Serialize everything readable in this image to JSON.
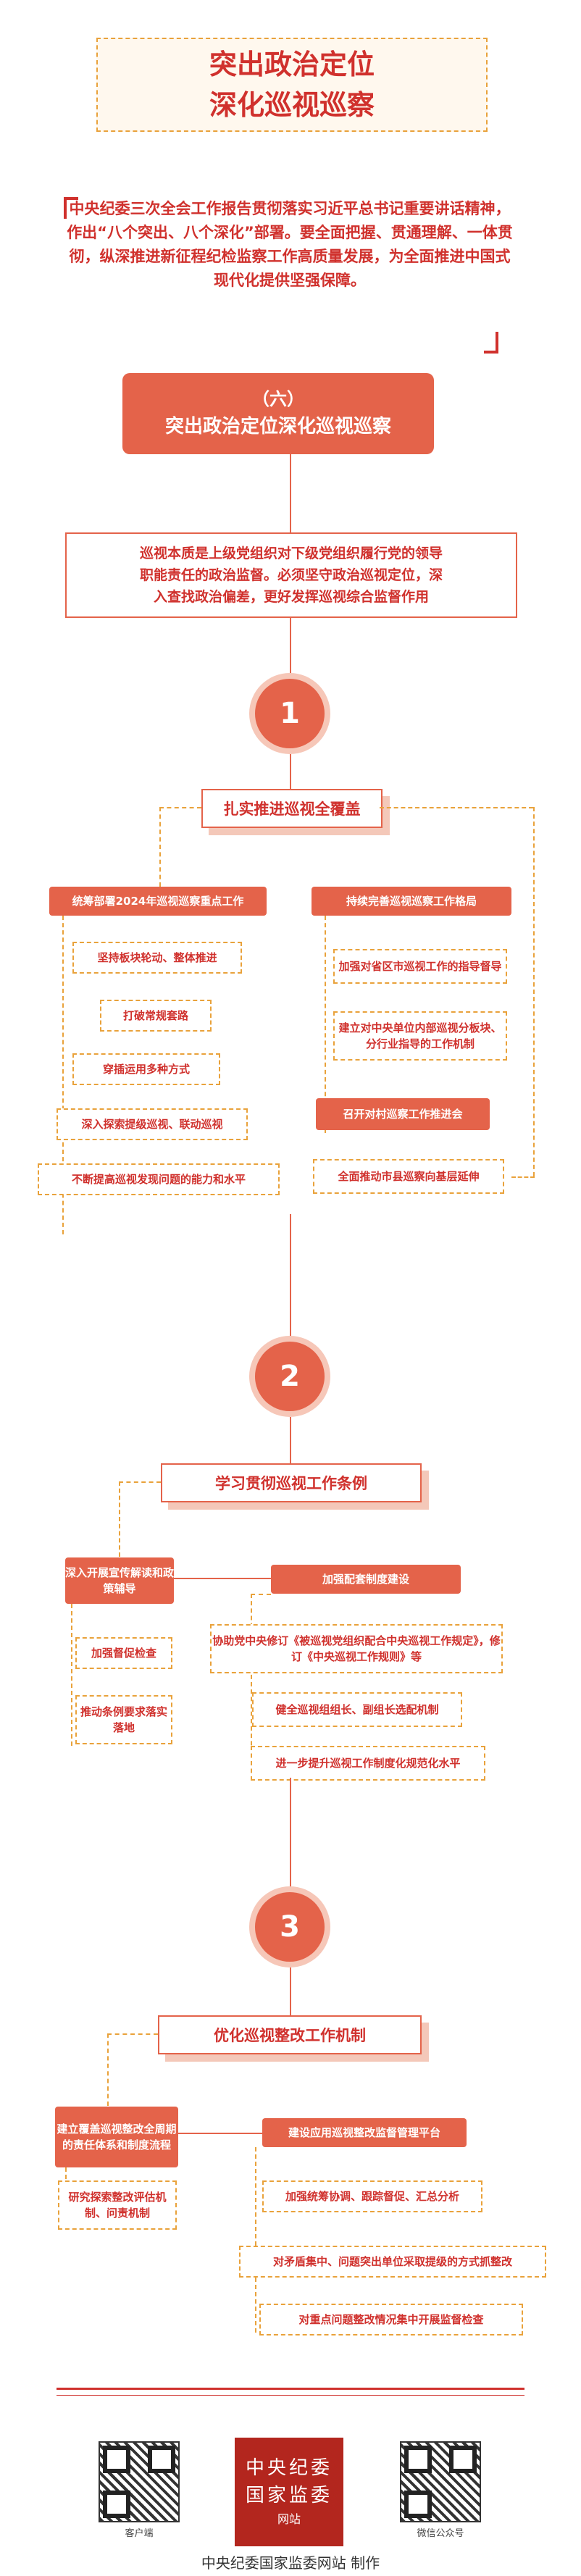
{
  "header": {
    "title_line1": "突出政治定位",
    "title_line2": "深化巡视巡察"
  },
  "intro": {
    "text": "中央纪委三次全会工作报告贯彻落实习近平总书记重要讲话精神，作出“八个突出、八个深化”部署。要全面把握、贯通理解、一体贯彻，纵深推进新征程纪检监察工作高质量发展，为全面推进中国式现代化提供坚强保障。"
  },
  "section": {
    "number": "（六）",
    "title": "突出政治定位深化巡视巡察"
  },
  "definition": {
    "line1": "巡视本质是上级党组织对下级党组织履行党的领导",
    "line2": "职能责任的政治监督。必须坚守政治巡视定位，深",
    "line3": "入查找政治偏差，更好发挥巡视综合监督作用"
  },
  "part1": {
    "number": "1",
    "heading": "扎实推进巡视全覆盖",
    "left_header": "统筹部署2024年巡视巡察重点工作",
    "left_items": [
      "坚持板块轮动、整体推进",
      "打破常规套路",
      "穿插运用多种方式",
      "深入探索提级巡视、联动巡视",
      "不断提高巡视发现问题的能力和水平"
    ],
    "right_header": "持续完善巡视巡察工作格局",
    "right_items": [
      "加强对省区市巡视工作的指导督导",
      "建立对中央单位内部巡视分板块、分行业指导的工作机制"
    ],
    "right_header2": "召开对村巡察工作推进会",
    "right_items2": [
      "全面推动市县巡察向基层延伸"
    ]
  },
  "part2": {
    "number": "2",
    "heading": "学习贯彻巡视工作条例",
    "left_header": "深入开展宣传解读和政策辅导",
    "left_items": [
      "加强督促检查",
      "推动条例要求落实落地"
    ],
    "right_header": "加强配套制度建设",
    "right_items": [
      "协助党中央修订《被巡视党组织配合中央巡视工作规定》，修订《中央巡视工作规则》等",
      "健全巡视组组长、副组长选配机制",
      "进一步提升巡视工作制度化规范化水平"
    ]
  },
  "part3": {
    "number": "3",
    "heading": "优化巡视整改工作机制",
    "left_header": "建立覆盖巡视整改全周期的责任体系和制度流程",
    "left_items": [
      "研究探索整改评估机制、问责机制"
    ],
    "right_header": "建设应用巡视整改监督管理平台",
    "right_items": [
      "加强统筹协调、跟踪督促、汇总分析",
      "对矛盾集中、问题突出单位采取提级的方式抓整改",
      "对重点问题整改情况集中开展监督检查"
    ]
  },
  "footer": {
    "qr_left_caption": "客户端",
    "qr_right_caption": "微信公众号",
    "logo_line1": "中央纪委",
    "logo_line2": "国家监委",
    "logo_line3": "网站",
    "credit": "中央纪委国家监委网站 制作"
  },
  "colors": {
    "primary_red": "#d0312d",
    "box_red": "#e4634a",
    "accent_orange": "#e9a23b"
  }
}
